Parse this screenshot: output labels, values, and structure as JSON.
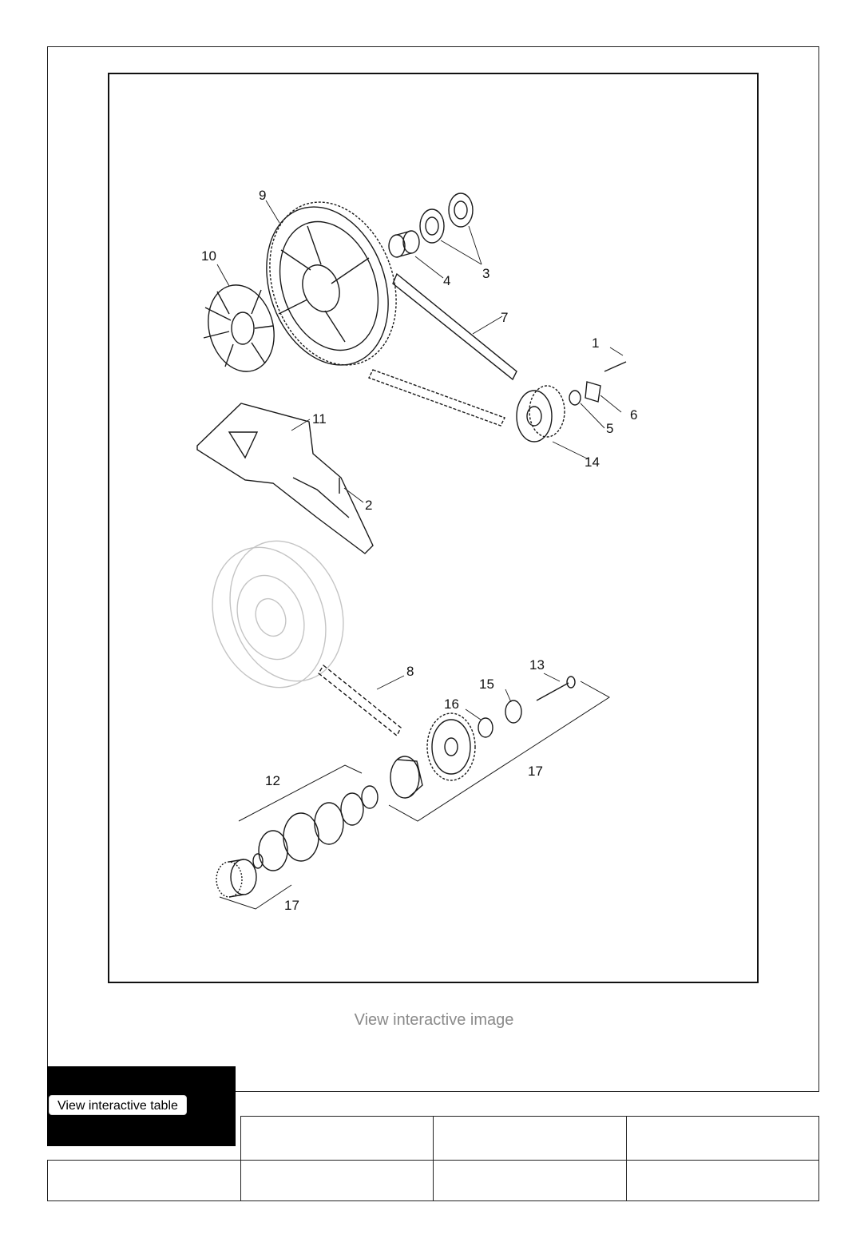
{
  "figure": {
    "callouts": [
      "1",
      "2",
      "3",
      "4",
      "5",
      "6",
      "7",
      "8",
      "9",
      "10",
      "11",
      "12",
      "13",
      "14",
      "15",
      "16",
      "17",
      "17"
    ]
  },
  "links": {
    "view_image": "View interactive image",
    "view_table": "View interactive table"
  },
  "table": {
    "rows": [
      [
        "",
        "",
        "",
        ""
      ],
      [
        "",
        "",
        "",
        ""
      ]
    ]
  }
}
